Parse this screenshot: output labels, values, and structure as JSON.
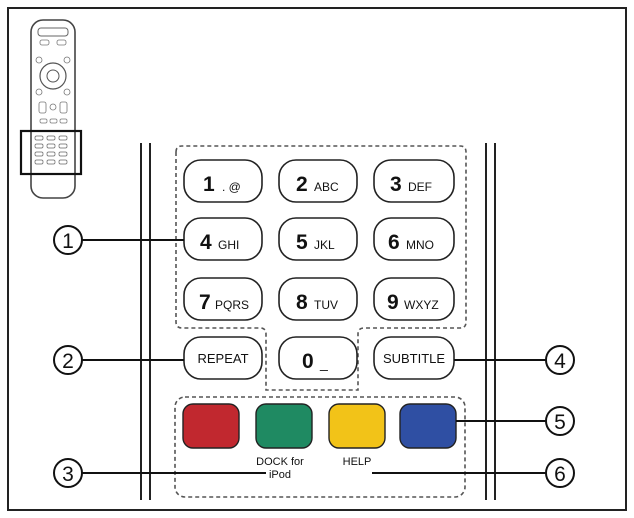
{
  "keypad": {
    "k1": {
      "digit": "1",
      "letters": ". @"
    },
    "k2": {
      "digit": "2",
      "letters": "ABC"
    },
    "k3": {
      "digit": "3",
      "letters": "DEF"
    },
    "k4": {
      "digit": "4",
      "letters": "GHI"
    },
    "k5": {
      "digit": "5",
      "letters": "JKL"
    },
    "k6": {
      "digit": "6",
      "letters": "MNO"
    },
    "k7": {
      "digit": "7",
      "letters": "PQRS"
    },
    "k8": {
      "digit": "8",
      "letters": "TUV"
    },
    "k9": {
      "digit": "9",
      "letters": "WXYZ"
    },
    "k0": {
      "digit": "0",
      "letters": "_"
    }
  },
  "buttons": {
    "repeat": "REPEAT",
    "subtitle": "SUBTITLE"
  },
  "color_buttons": {
    "red": "#c1282f",
    "green": "#1f8a62",
    "yellow": "#f2c318",
    "blue": "#2f4fa3"
  },
  "labels": {
    "dock_line1": "DOCK for",
    "dock_line2": "iPod",
    "help": "HELP"
  },
  "callouts": {
    "c1": "1",
    "c2": "2",
    "c3": "3",
    "c4": "4",
    "c5": "5",
    "c6": "6"
  }
}
